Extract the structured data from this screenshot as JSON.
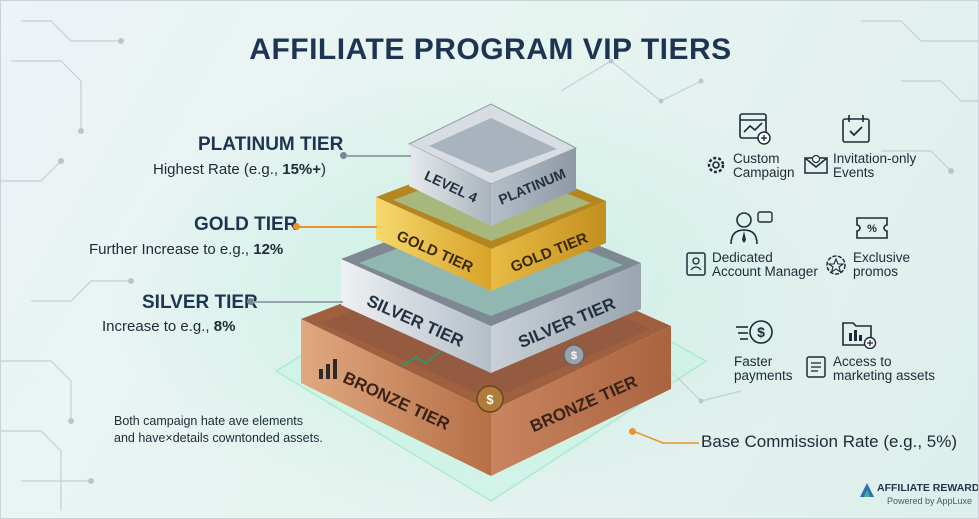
{
  "title": "AFFILIATE PROGRAM VIP TIERS",
  "tiers": {
    "platinum": {
      "name": "PLATINUM TIER",
      "desc_prefix": "Highest Rate (e.g., ",
      "desc_value": "15%+",
      "desc_suffix": ")",
      "block_left": "LEVEL 4",
      "block_right": "PLATINUM"
    },
    "gold": {
      "name": "GOLD TIER",
      "desc_prefix": "Further Increase to e.g., ",
      "desc_value": "12%",
      "block_left": "GOLD TIER",
      "block_right": "GOLD TIER"
    },
    "silver": {
      "name": "SILVER TIER",
      "desc_prefix": "Increase to e.g., ",
      "desc_value": "8%",
      "block_left": "SILVER TIER",
      "block_right": "SILVER TIER"
    },
    "bronze": {
      "block_left": "BRONZE TIER",
      "block_right": "BRONZE TIER"
    }
  },
  "benefits": [
    {
      "label": "Custom\nCampaign",
      "icon": "custom-campaign-icon"
    },
    {
      "label": "Invitation-only\nEvents",
      "icon": "calendar-check-icon"
    },
    {
      "label": "Dedicated\nAccount Manager",
      "icon": "account-manager-icon"
    },
    {
      "label": "Exclusive\npromos",
      "icon": "promo-ticket-icon"
    },
    {
      "label": "Faster\npayments",
      "icon": "fast-payment-icon"
    },
    {
      "label": "Access to\nmarketing assets",
      "icon": "marketing-folder-icon"
    }
  ],
  "note": "Both campaign hate ave elements\nand have×details cowntonded assets.",
  "base_rate": "Base Commission Rate (e.g., 5%)",
  "brand": {
    "name": "AFFILIATE REWARDS",
    "sub": "Powered by AppLuxe"
  },
  "colors": {
    "navy": "#1d3552",
    "platinum": "#b9c2cb",
    "gold": "#e0b53f",
    "silver": "#c4cbd3",
    "bronze": "#c17f57",
    "accent_orange": "#e8932c",
    "accent_gray": "#7c8792"
  }
}
